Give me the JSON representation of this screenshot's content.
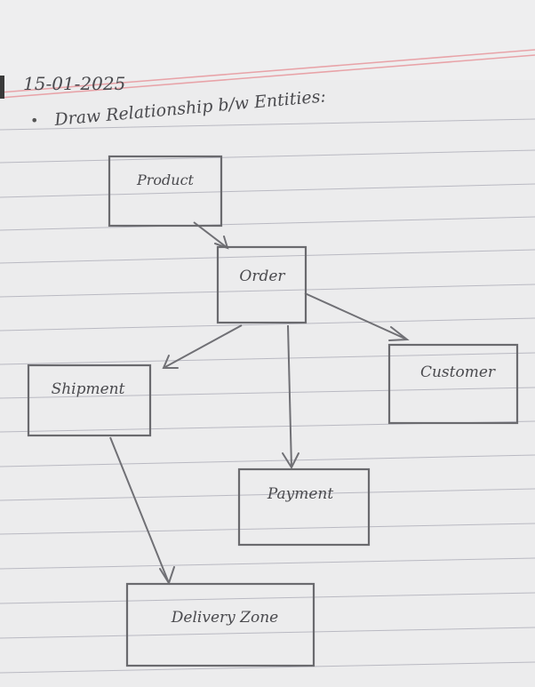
{
  "page": {
    "date": "15-01-2025",
    "heading": "Draw Relationship b/w Entities:",
    "bullet": "•"
  },
  "diagram": {
    "nodes": [
      {
        "id": "product",
        "label": "Product"
      },
      {
        "id": "order",
        "label": "Order"
      },
      {
        "id": "customer",
        "label": "Customer"
      },
      {
        "id": "shipment",
        "label": "Shipment"
      },
      {
        "id": "payment",
        "label": "Payment"
      },
      {
        "id": "delivery-zone",
        "label": "Delivery Zone"
      }
    ],
    "edges": [
      {
        "from": "product",
        "to": "order"
      },
      {
        "from": "order",
        "to": "customer"
      },
      {
        "from": "order",
        "to": "shipment"
      },
      {
        "from": "order",
        "to": "payment"
      },
      {
        "from": "shipment",
        "to": "delivery-zone"
      }
    ]
  },
  "colors": {
    "paper": "#e9e9ea",
    "ruled_line": "#b9b9c2",
    "margin_line": "#e8a3a8",
    "pencil": "#6a6a6e",
    "ink": "#4a4a4e"
  }
}
